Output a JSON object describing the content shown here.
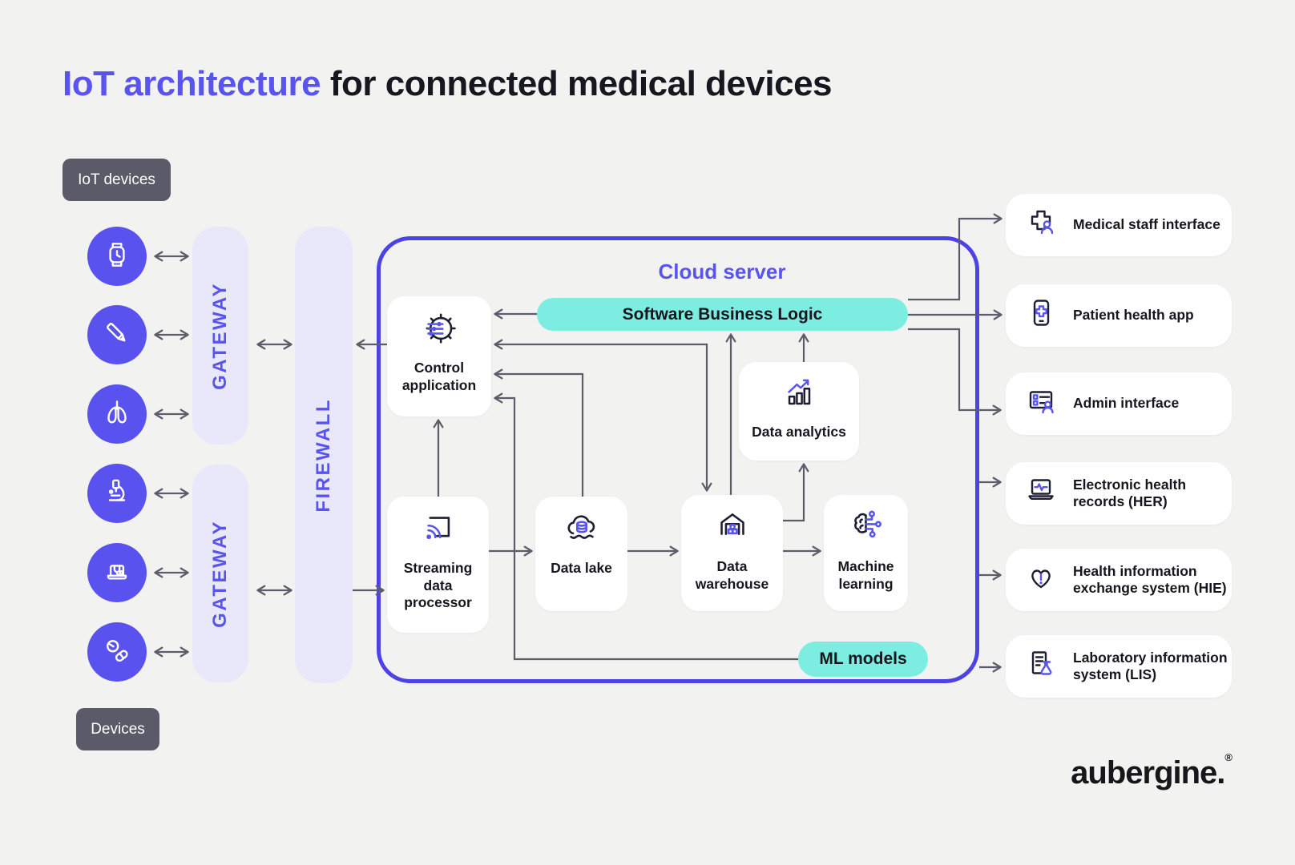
{
  "title": {
    "highlight": "IoT architecture",
    "rest": " for connected medical devices"
  },
  "badges": {
    "top": "IoT devices",
    "bottom": "Devices"
  },
  "left_column": {
    "devices": [
      {
        "icon": "smartwatch-icon"
      },
      {
        "icon": "medical-pen-icon"
      },
      {
        "icon": "lungs-icon"
      },
      {
        "icon": "microscope-icon"
      },
      {
        "icon": "telemedicine-laptop-icon"
      },
      {
        "icon": "pills-icon"
      }
    ]
  },
  "network": {
    "gateway_top": "GATEWAY",
    "gateway_bottom": "GATEWAY",
    "firewall": "FIREWALL"
  },
  "cloud": {
    "title": "Cloud server",
    "business_logic_pill": "Software Business Logic",
    "ml_models_pill": "ML models",
    "nodes": {
      "control": {
        "label": "Control application",
        "icon": "gear-sliders-icon"
      },
      "streaming": {
        "label": "Streaming data processor",
        "icon": "cast-stream-icon"
      },
      "data_lake": {
        "label": "Data lake",
        "icon": "cloud-database-icon"
      },
      "warehouse": {
        "label": "Data warehouse",
        "icon": "warehouse-icon"
      },
      "analytics": {
        "label": "Data analytics",
        "icon": "bar-chart-trend-icon"
      },
      "ml": {
        "label": "Machine learning",
        "icon": "brain-circuit-icon"
      }
    }
  },
  "outputs": [
    {
      "label": "Medical staff interface",
      "icon": "medical-cross-user-icon"
    },
    {
      "label": "Patient health app",
      "icon": "phone-health-icon"
    },
    {
      "label": "Admin interface",
      "icon": "id-card-user-icon"
    },
    {
      "label": "Electronic health records (HER)",
      "icon": "laptop-ecg-icon"
    },
    {
      "label": "Health information exchange system (HIE)",
      "icon": "heart-alert-icon"
    },
    {
      "label": "Laboratory information system (LIS)",
      "icon": "lab-report-icon"
    }
  ],
  "logo": {
    "text": "aubergine.",
    "mark": "®"
  },
  "colors": {
    "background": "#F2F2F0",
    "accent_purple": "#5A54EE",
    "cloud_border": "#4C42E6",
    "lavender": "#E9E8FB",
    "teal": "#7DEDE2",
    "arrow_gray": "#5C5C6B",
    "badge_gray": "#5A5A68",
    "card_white": "#FFFFFF",
    "text_dark": "#16161E"
  }
}
